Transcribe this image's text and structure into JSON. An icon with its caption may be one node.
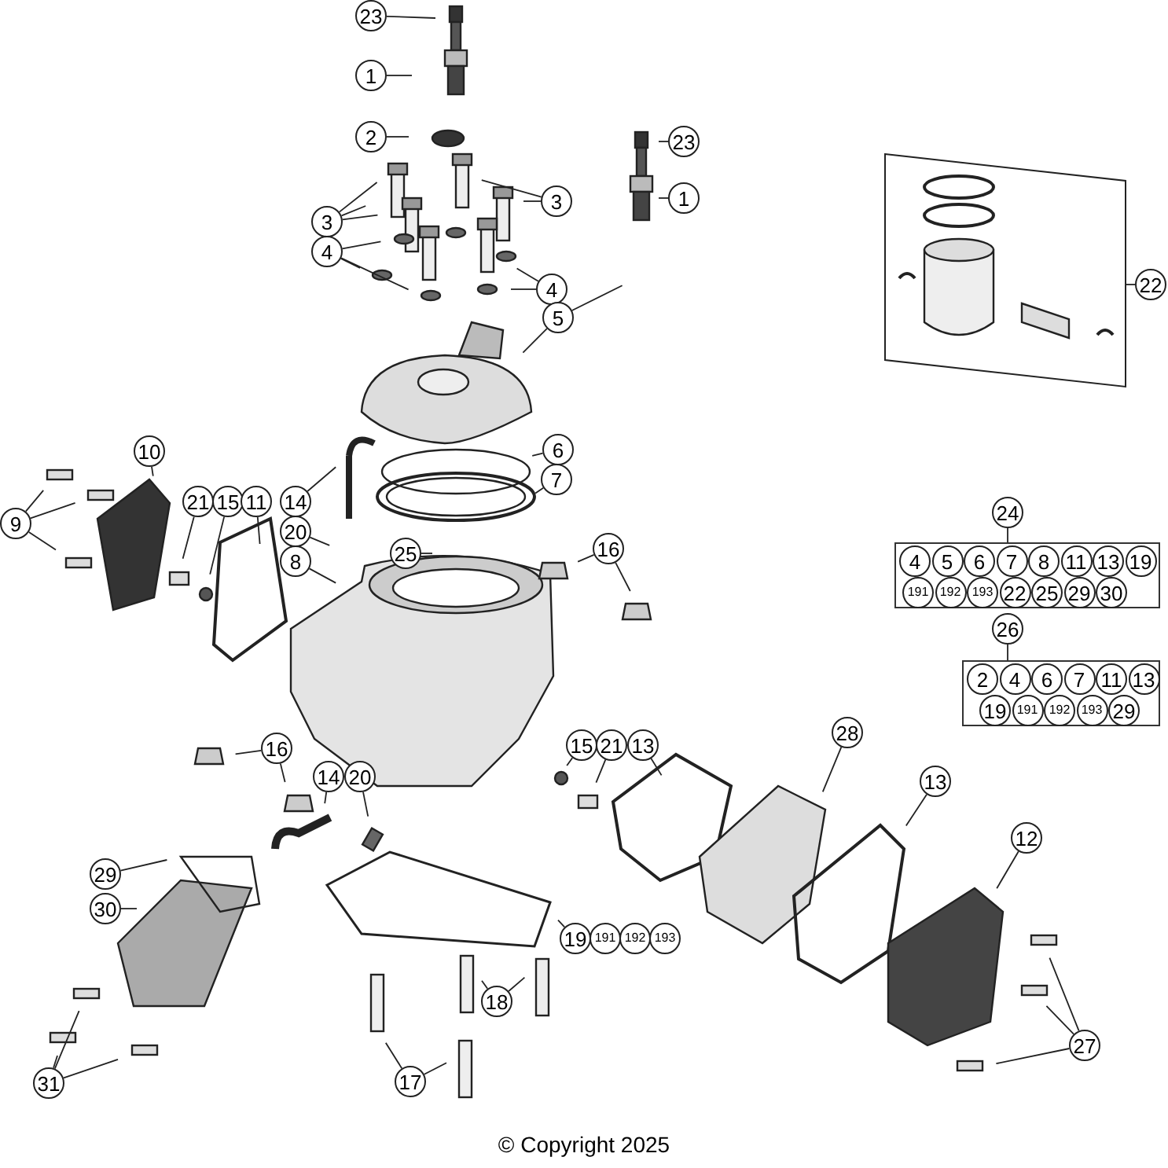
{
  "diagram": {
    "nodes": [
      {
        "text": [
          "23"
        ]
      },
      {
        "text": [
          "1"
        ]
      },
      {
        "text": [
          "2"
        ]
      },
      {
        "text": [
          "23"
        ]
      },
      {
        "text": [
          "1"
        ]
      },
      {
        "text": [
          "3"
        ]
      },
      {
        "text": [
          "3"
        ]
      },
      {
        "text": [
          "4"
        ]
      },
      {
        "text": [
          "4"
        ]
      },
      {
        "text": [
          "5"
        ]
      },
      {
        "text": [
          "22"
        ]
      },
      {
        "text": [],
        "shape": "box"
      },
      {
        "text": [
          "10"
        ]
      },
      {
        "text": [
          "9"
        ]
      },
      {
        "text": [
          "21"
        ]
      },
      {
        "text": [
          "15"
        ]
      },
      {
        "text": [
          "11"
        ]
      },
      {
        "text": [
          "14"
        ]
      },
      {
        "text": [
          "20"
        ]
      },
      {
        "text": [
          "8"
        ]
      },
      {
        "text": [
          "6"
        ]
      },
      {
        "text": [
          "7"
        ]
      },
      {
        "text": [
          "25"
        ]
      },
      {
        "text": [
          "16"
        ]
      },
      {
        "text": [
          "24"
        ]
      },
      {
        "text": [],
        "shape": "box"
      },
      {
        "text": [
          "4"
        ],
        "in": 25
      },
      {
        "text": [
          "5"
        ],
        "in": 25
      },
      {
        "text": [
          "6"
        ],
        "in": 25
      },
      {
        "text": [
          "7"
        ],
        "in": 25
      },
      {
        "text": [
          "8"
        ],
        "in": 25
      },
      {
        "text": [
          "11"
        ],
        "in": 25
      },
      {
        "text": [
          "13"
        ],
        "in": 25
      },
      {
        "text": [
          "19"
        ],
        "in": 25
      },
      {
        "text": [
          "191"
        ],
        "in": 25
      },
      {
        "text": [
          "192"
        ],
        "in": 25
      },
      {
        "text": [
          "193"
        ],
        "in": 25
      },
      {
        "text": [
          "22"
        ],
        "in": 25
      },
      {
        "text": [
          "25"
        ],
        "in": 25
      },
      {
        "text": [
          "29"
        ],
        "in": 25
      },
      {
        "text": [
          "30"
        ],
        "in": 25
      },
      {
        "text": [
          "26"
        ]
      },
      {
        "text": [],
        "shape": "box"
      },
      {
        "text": [
          "2"
        ],
        "in": 42
      },
      {
        "text": [
          "4"
        ],
        "in": 42
      },
      {
        "text": [
          "6"
        ],
        "in": 42
      },
      {
        "text": [
          "7"
        ],
        "in": 42
      },
      {
        "text": [
          "11"
        ],
        "in": 42
      },
      {
        "text": [
          "13"
        ],
        "in": 42
      },
      {
        "text": [
          "19"
        ],
        "in": 42
      },
      {
        "text": [
          "191"
        ],
        "in": 42
      },
      {
        "text": [
          "192"
        ],
        "in": 42
      },
      {
        "text": [
          "193"
        ],
        "in": 42
      },
      {
        "text": [
          "29"
        ],
        "in": 42
      },
      {
        "text": [
          "16"
        ]
      },
      {
        "text": [
          "14"
        ]
      },
      {
        "text": [
          "20"
        ]
      },
      {
        "text": [
          "15"
        ]
      },
      {
        "text": [
          "21"
        ]
      },
      {
        "text": [
          "13"
        ]
      },
      {
        "text": [
          "28"
        ]
      },
      {
        "text": [
          "13"
        ]
      },
      {
        "text": [
          "12"
        ]
      },
      {
        "text": [
          "29"
        ]
      },
      {
        "text": [
          "30"
        ]
      },
      {
        "text": [
          "19"
        ]
      },
      {
        "text": [
          "191"
        ]
      },
      {
        "text": [
          "192"
        ]
      },
      {
        "text": [
          "193"
        ]
      },
      {
        "text": [
          "18"
        ]
      },
      {
        "text": [
          "17"
        ]
      },
      {
        "text": [
          "31"
        ]
      },
      {
        "text": [
          "27"
        ]
      }
    ],
    "edges": [
      {
        "from": 0,
        "to": null,
        "arrow": "none"
      },
      {
        "from": 1,
        "to": null,
        "arrow": "none"
      },
      {
        "from": 2,
        "to": null,
        "arrow": "none"
      },
      {
        "from": 3,
        "to": null,
        "arrow": "none"
      },
      {
        "from": 4,
        "to": null,
        "arrow": "none"
      },
      {
        "from": 5,
        "to": null,
        "arrow": "none"
      },
      {
        "from": 5,
        "to": null,
        "arrow": "none"
      },
      {
        "from": 5,
        "to": null,
        "arrow": "none"
      },
      {
        "from": 6,
        "to": null,
        "arrow": "none"
      },
      {
        "from": 6,
        "to": null,
        "arrow": "none"
      },
      {
        "from": 7,
        "to": null,
        "arrow": "none"
      },
      {
        "from": 7,
        "to": null,
        "arrow": "none"
      },
      {
        "from": 7,
        "to": null,
        "arrow": "none"
      },
      {
        "from": 8,
        "to": null,
        "arrow": "none"
      },
      {
        "from": 8,
        "to": null,
        "arrow": "none"
      },
      {
        "from": 9,
        "to": null,
        "arrow": "none"
      },
      {
        "from": 9,
        "to": null,
        "arrow": "none"
      },
      {
        "from": 10,
        "to": 11,
        "arrow": "none"
      },
      {
        "from": 12,
        "to": null,
        "arrow": "none"
      },
      {
        "from": 13,
        "to": null,
        "arrow": "none"
      },
      {
        "from": 13,
        "to": null,
        "arrow": "none"
      },
      {
        "from": 13,
        "to": null,
        "arrow": "none"
      },
      {
        "from": 14,
        "to": null,
        "arrow": "none"
      },
      {
        "from": 15,
        "to": null,
        "arrow": "none"
      },
      {
        "from": 16,
        "to": null,
        "arrow": "none"
      },
      {
        "from": 17,
        "to": null,
        "arrow": "none"
      },
      {
        "from": 18,
        "to": null,
        "arrow": "none"
      },
      {
        "from": 19,
        "to": null,
        "arrow": "none"
      },
      {
        "from": 20,
        "to": null,
        "arrow": "none"
      },
      {
        "from": 21,
        "to": null,
        "arrow": "none"
      },
      {
        "from": 22,
        "to": null,
        "arrow": "none"
      },
      {
        "from": 23,
        "to": null,
        "arrow": "none"
      },
      {
        "from": 23,
        "to": null,
        "arrow": "none"
      },
      {
        "from": 24,
        "to": 25,
        "arrow": "none"
      },
      {
        "from": 41,
        "to": 42,
        "arrow": "none"
      },
      {
        "from": 54,
        "to": null,
        "arrow": "none"
      },
      {
        "from": 54,
        "to": null,
        "arrow": "none"
      },
      {
        "from": 55,
        "to": null,
        "arrow": "none"
      },
      {
        "from": 56,
        "to": null,
        "arrow": "none"
      },
      {
        "from": 57,
        "to": null,
        "arrow": "none"
      },
      {
        "from": 58,
        "to": null,
        "arrow": "none"
      },
      {
        "from": 59,
        "to": null,
        "arrow": "none"
      },
      {
        "from": 60,
        "to": null,
        "arrow": "none"
      },
      {
        "from": 61,
        "to": null,
        "arrow": "none"
      },
      {
        "from": 62,
        "to": null,
        "arrow": "none"
      },
      {
        "from": 63,
        "to": null,
        "arrow": "none"
      },
      {
        "from": 64,
        "to": null,
        "arrow": "none"
      },
      {
        "from": 65,
        "to": null,
        "arrow": "none"
      },
      {
        "from": 69,
        "to": null,
        "arrow": "none"
      },
      {
        "from": 69,
        "to": null,
        "arrow": "none"
      },
      {
        "from": 70,
        "to": null,
        "arrow": "none"
      },
      {
        "from": 70,
        "to": null,
        "arrow": "none"
      },
      {
        "from": 71,
        "to": null,
        "arrow": "none"
      },
      {
        "from": 71,
        "to": null,
        "arrow": "none"
      },
      {
        "from": 71,
        "to": null,
        "arrow": "none"
      },
      {
        "from": 72,
        "to": null,
        "arrow": "none"
      },
      {
        "from": 72,
        "to": null,
        "arrow": "none"
      },
      {
        "from": 72,
        "to": null,
        "arrow": "none"
      }
    ],
    "labels": [
      "© Copyright 2025"
    ]
  }
}
